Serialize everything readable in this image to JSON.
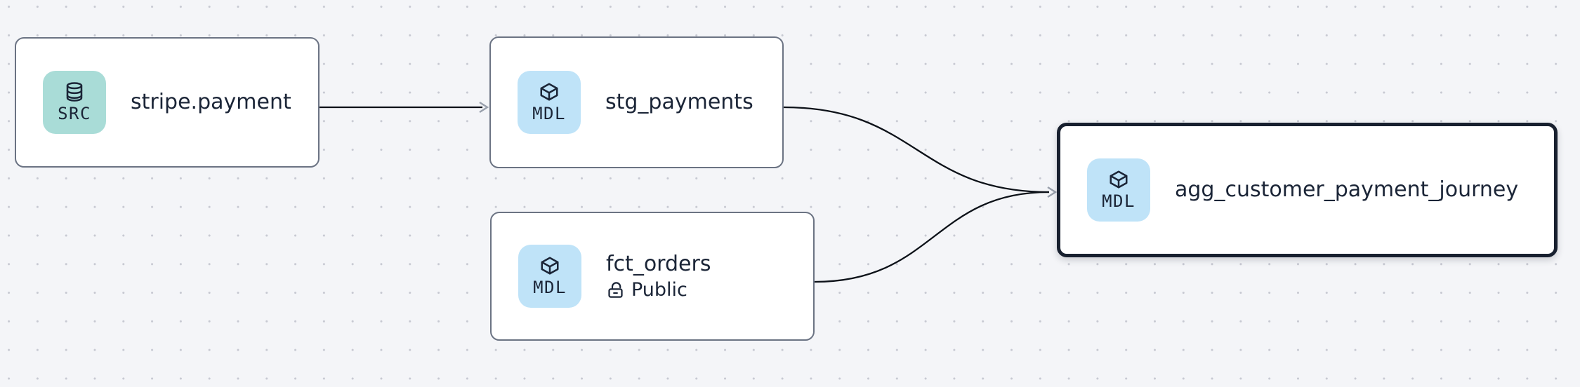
{
  "diagram": {
    "type": "lineage-graph",
    "canvas": {
      "background_color": "#f4f5f8",
      "dot_color": "#c7c9d2"
    },
    "nodes": [
      {
        "id": "stripe.payment",
        "title": "stripe.payment",
        "node_type": "source",
        "badge_label": "SRC",
        "badge_icon": "database-icon",
        "badge_color": "#a9dcd7",
        "selected": false
      },
      {
        "id": "stg_payments",
        "title": "stg_payments",
        "node_type": "model",
        "badge_label": "MDL",
        "badge_icon": "cube-icon",
        "badge_color": "#bfe3f8",
        "selected": false
      },
      {
        "id": "fct_orders",
        "title": "fct_orders",
        "node_type": "model",
        "badge_label": "MDL",
        "badge_icon": "cube-icon",
        "badge_color": "#bfe3f8",
        "access_label": "Public",
        "access_icon": "unlock-icon",
        "selected": false
      },
      {
        "id": "agg_customer_payment_journey",
        "title": "agg_customer_payment_journey",
        "node_type": "model",
        "badge_label": "MDL",
        "badge_icon": "cube-icon",
        "badge_color": "#bfe3f8",
        "selected": true
      }
    ],
    "edges": [
      {
        "source": "stripe.payment",
        "target": "stg_payments"
      },
      {
        "source": "stg_payments",
        "target": "agg_customer_payment_journey"
      },
      {
        "source": "fct_orders",
        "target": "agg_customer_payment_journey"
      }
    ],
    "colors": {
      "edge": "#0c1118",
      "arrowhead": "#99a0ac",
      "node_border": "#6b7383",
      "selected_node_border": "#18202f",
      "text": "#1b2537"
    }
  }
}
